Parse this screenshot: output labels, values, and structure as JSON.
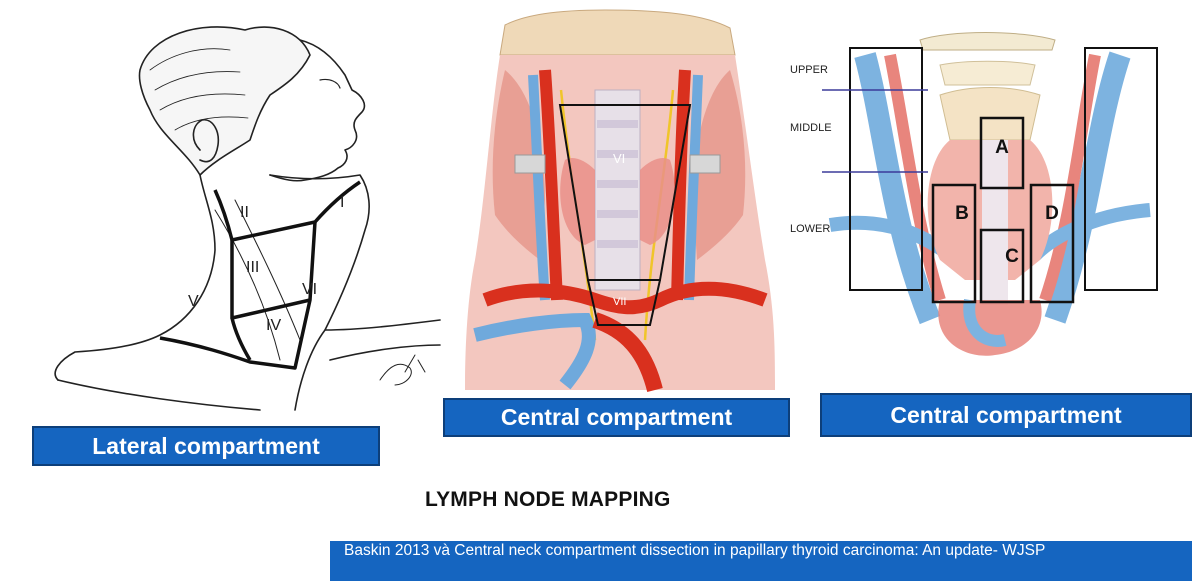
{
  "panels": {
    "lateral": {
      "label": "Lateral compartment",
      "levels": [
        "II",
        "I",
        "III",
        "VI",
        "V",
        "IV"
      ]
    },
    "central_anterior": {
      "label": "Central compartment",
      "levels": [
        "VI",
        "VII"
      ]
    },
    "central_schematic": {
      "label": "Central compartment",
      "zones": [
        "UPPER",
        "MIDDLE",
        "LOWER"
      ],
      "regions": [
        "A",
        "B",
        "C",
        "D"
      ]
    }
  },
  "title": "LYMPH NODE MAPPING",
  "citation": "Baskin 2013 và Central neck compartment dissection in papillary thyroid carcinoma: An update- WJSP",
  "colors": {
    "label_bg": "#1565c0",
    "artery": "#e8685e",
    "vein": "#6fa9dc",
    "thyroid": "#f0a9a2"
  }
}
